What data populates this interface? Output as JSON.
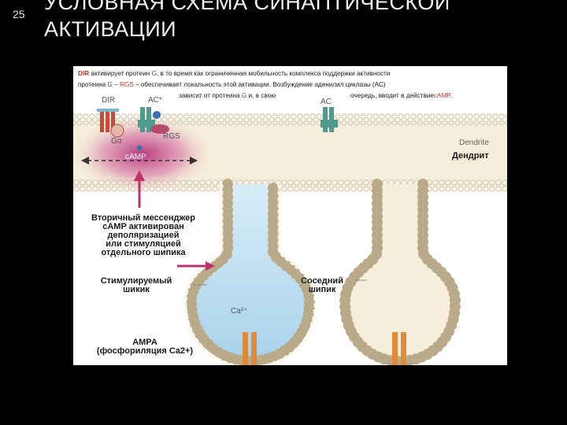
{
  "slide": {
    "number": "25",
    "title_line1": "УСЛОВНАЯ СХЕМА  СИНАПТИЧЕСКОЙ",
    "title_line2": "АКТИВАЦИИ"
  },
  "caption": {
    "line1_dir": "DIR",
    "line1_a": " активирует протеин ",
    "line1_g": "G",
    "line1_b": ", в то время как ограниченная мобильность комплекса поддержки активности",
    "line2_a": "протеина ",
    "line2_g": "G",
    "line2_dash": " – ",
    "line2_rgs": "RGS",
    "line2_b": " – обеспечивает локальность этой активации.  Возбуждение аденилил циклазы (AC)",
    "line3_a": "зависит от протеина ",
    "line3_g": "G",
    "line3_b": " и, в свою",
    "line3_c": "очередь, вводит в действие",
    "line3_camp": "cAMP."
  },
  "molecules": {
    "dir": "DIR",
    "ac_star": "AC*",
    "ac": "AC",
    "g_alpha": "Gα",
    "rgs": "RGS",
    "camp": "cAMP",
    "ca": "Ca²⁺"
  },
  "labels": {
    "dendrite_en": "Dendrite",
    "dendrite_ru": "Дендрит",
    "second_messenger": [
      "Вторичный мессенджер",
      "cAMP активирован",
      "деполяризацией",
      "или стимуляцией",
      "отдельного шипика"
    ],
    "stimulated_spine": [
      "Стимулируемый",
      "шикик"
    ],
    "neighbor_spine": [
      "Соседний",
      "шипик"
    ],
    "ampa": [
      "AMPA",
      "(фосфориляция  Ca2+)"
    ]
  },
  "colors": {
    "background": "#000000",
    "membrane": "#f3e9d2",
    "cytoplasm": "#f6eddb",
    "camp_cloud": "#b0186f",
    "arrow": "#c0306e",
    "spine_fill": "#bfe0f0",
    "channel": "#e08a3c",
    "receptor": "#4f9a8e"
  }
}
